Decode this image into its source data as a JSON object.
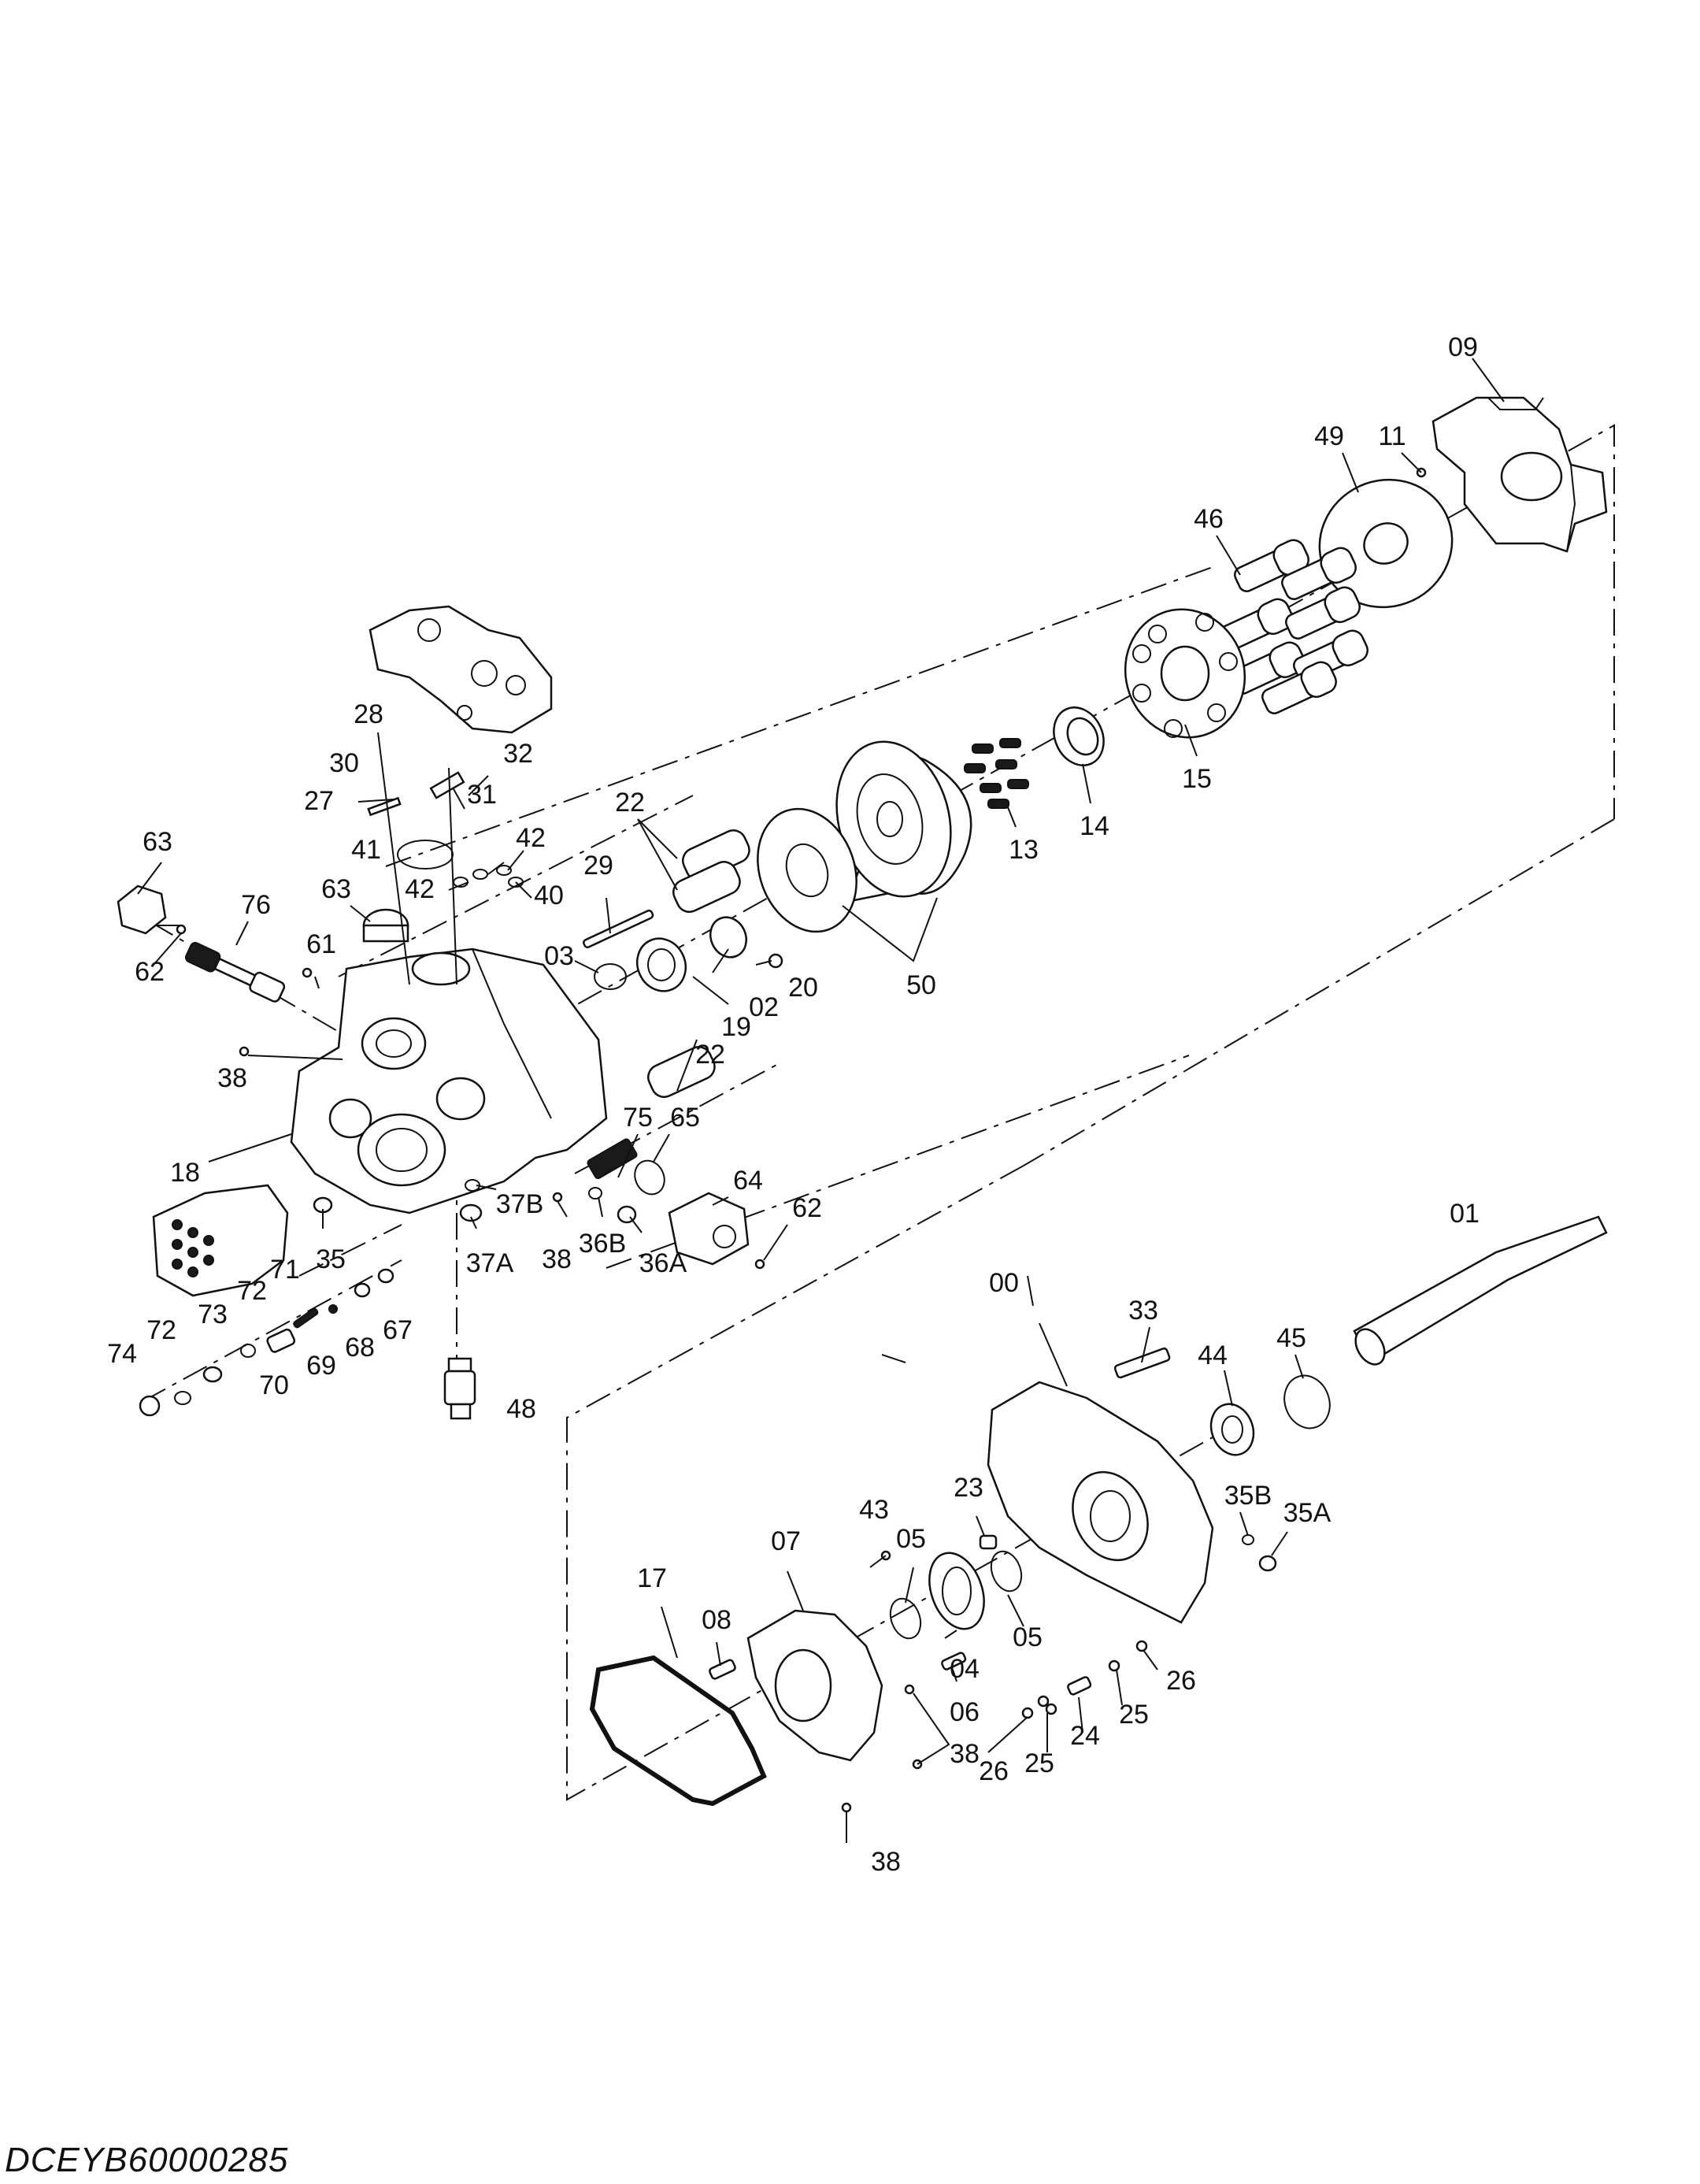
{
  "drawing_code": "DCEYB60000285",
  "callouts": [
    {
      "id": "c09",
      "text": "09"
    },
    {
      "id": "c49",
      "text": "49"
    },
    {
      "id": "c11",
      "text": "11"
    },
    {
      "id": "c46",
      "text": "46"
    },
    {
      "id": "c15",
      "text": "15"
    },
    {
      "id": "c14",
      "text": "14"
    },
    {
      "id": "c13",
      "text": "13"
    },
    {
      "id": "c50",
      "text": "50"
    },
    {
      "id": "c22a",
      "text": "22"
    },
    {
      "id": "c22b",
      "text": "22"
    },
    {
      "id": "c02",
      "text": "02"
    },
    {
      "id": "c20",
      "text": "20"
    },
    {
      "id": "c19",
      "text": "19"
    },
    {
      "id": "c03",
      "text": "03"
    },
    {
      "id": "c29",
      "text": "29"
    },
    {
      "id": "c28",
      "text": "28"
    },
    {
      "id": "c30",
      "text": "30"
    },
    {
      "id": "c32",
      "text": "32"
    },
    {
      "id": "c27",
      "text": "27"
    },
    {
      "id": "c31",
      "text": "31"
    },
    {
      "id": "c41",
      "text": "41"
    },
    {
      "id": "c42a",
      "text": "42"
    },
    {
      "id": "c42b",
      "text": "42"
    },
    {
      "id": "c40",
      "text": "40"
    },
    {
      "id": "c63a",
      "text": "63"
    },
    {
      "id": "c63b",
      "text": "63"
    },
    {
      "id": "c76",
      "text": "76"
    },
    {
      "id": "c62a",
      "text": "62"
    },
    {
      "id": "c61",
      "text": "61"
    },
    {
      "id": "c38a",
      "text": "38"
    },
    {
      "id": "c18",
      "text": "18"
    },
    {
      "id": "c75",
      "text": "75"
    },
    {
      "id": "c65",
      "text": "65"
    },
    {
      "id": "c64",
      "text": "64"
    },
    {
      "id": "c62b",
      "text": "62"
    },
    {
      "id": "c37B",
      "text": "37B"
    },
    {
      "id": "c37A",
      "text": "37A"
    },
    {
      "id": "c38b",
      "text": "38"
    },
    {
      "id": "c36B",
      "text": "36B"
    },
    {
      "id": "c36A",
      "text": "36A"
    },
    {
      "id": "c35",
      "text": "35"
    },
    {
      "id": "c71",
      "text": "71"
    },
    {
      "id": "c72a",
      "text": "72"
    },
    {
      "id": "c73",
      "text": "73"
    },
    {
      "id": "c72b",
      "text": "72"
    },
    {
      "id": "c74",
      "text": "74"
    },
    {
      "id": "c70",
      "text": "70"
    },
    {
      "id": "c69",
      "text": "69"
    },
    {
      "id": "c68",
      "text": "68"
    },
    {
      "id": "c67",
      "text": "67"
    },
    {
      "id": "c48",
      "text": "48"
    },
    {
      "id": "c01",
      "text": "01"
    },
    {
      "id": "c00",
      "text": "00"
    },
    {
      "id": "c33",
      "text": "33"
    },
    {
      "id": "c45",
      "text": "45"
    },
    {
      "id": "c44",
      "text": "44"
    },
    {
      "id": "c35B",
      "text": "35B"
    },
    {
      "id": "c35A",
      "text": "35A"
    },
    {
      "id": "c43",
      "text": "43"
    },
    {
      "id": "c23",
      "text": "23"
    },
    {
      "id": "c07",
      "text": "07"
    },
    {
      "id": "c05a",
      "text": "05"
    },
    {
      "id": "c05b",
      "text": "05"
    },
    {
      "id": "c17",
      "text": "17"
    },
    {
      "id": "c08",
      "text": "08"
    },
    {
      "id": "c04",
      "text": "04"
    },
    {
      "id": "c06",
      "text": "06"
    },
    {
      "id": "c26a",
      "text": "26"
    },
    {
      "id": "c24",
      "text": "24"
    },
    {
      "id": "c25a",
      "text": "25"
    },
    {
      "id": "c38c",
      "text": "38"
    },
    {
      "id": "c25b",
      "text": "25"
    },
    {
      "id": "c26b",
      "text": "26"
    },
    {
      "id": "c38d",
      "text": "38"
    }
  ]
}
